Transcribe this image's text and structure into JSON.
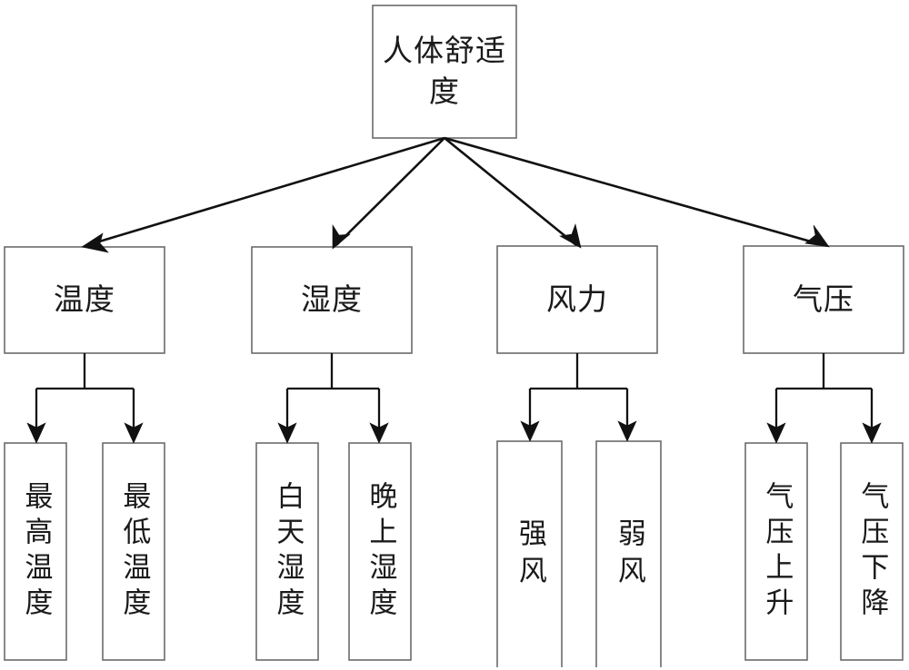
{
  "diagram": {
    "type": "hierarchy-tree",
    "orientation": "top-down",
    "title_node": "人体舒适度",
    "background_color": "#ffffff",
    "box_stroke_color": "#6b6b6b",
    "connector_color": "#111111",
    "text_color": "#1a1a1a",
    "root": {
      "id": "root",
      "label": "人体舒适度",
      "text_flow": "horizontal-wrapped"
    },
    "levels": [
      {
        "level": 1,
        "nodes": [
          {
            "id": "root",
            "label": "人体舒适度"
          }
        ]
      },
      {
        "level": 2,
        "nodes": [
          {
            "id": "temperature",
            "label": "温度",
            "text_flow": "horizontal"
          },
          {
            "id": "humidity",
            "label": "湿度",
            "text_flow": "horizontal"
          },
          {
            "id": "wind",
            "label": "风力",
            "text_flow": "horizontal"
          },
          {
            "id": "pressure",
            "label": "气压",
            "text_flow": "horizontal"
          }
        ]
      },
      {
        "level": 3,
        "nodes": [
          {
            "id": "temp-max",
            "label": "最高温度",
            "parent": "temperature",
            "text_flow": "vertical"
          },
          {
            "id": "temp-min",
            "label": "最低温度",
            "parent": "temperature",
            "text_flow": "vertical"
          },
          {
            "id": "humidity-day",
            "label": "白天湿度",
            "parent": "humidity",
            "text_flow": "vertical"
          },
          {
            "id": "humidity-night",
            "label": "晚上湿度",
            "parent": "humidity",
            "text_flow": "vertical"
          },
          {
            "id": "wind-strong",
            "label": "强风",
            "parent": "wind",
            "text_flow": "vertical"
          },
          {
            "id": "wind-weak",
            "label": "弱风",
            "parent": "wind",
            "text_flow": "vertical"
          },
          {
            "id": "pressure-rise",
            "label": "气压上升",
            "parent": "pressure",
            "text_flow": "vertical"
          },
          {
            "id": "pressure-fall",
            "label": "气压下降",
            "parent": "pressure",
            "text_flow": "vertical"
          }
        ]
      }
    ],
    "edges": [
      {
        "from": "root",
        "to": "temperature",
        "style": "radial-arrow"
      },
      {
        "from": "root",
        "to": "humidity",
        "style": "radial-arrow"
      },
      {
        "from": "root",
        "to": "wind",
        "style": "radial-arrow"
      },
      {
        "from": "root",
        "to": "pressure",
        "style": "radial-arrow"
      },
      {
        "from": "temperature",
        "to": "temp-max",
        "style": "bracket-arrow"
      },
      {
        "from": "temperature",
        "to": "temp-min",
        "style": "bracket-arrow"
      },
      {
        "from": "humidity",
        "to": "humidity-day",
        "style": "bracket-arrow"
      },
      {
        "from": "humidity",
        "to": "humidity-night",
        "style": "bracket-arrow"
      },
      {
        "from": "wind",
        "to": "wind-strong",
        "style": "bracket-arrow"
      },
      {
        "from": "wind",
        "to": "wind-weak",
        "style": "bracket-arrow"
      },
      {
        "from": "pressure",
        "to": "pressure-rise",
        "style": "bracket-arrow"
      },
      {
        "from": "pressure",
        "to": "pressure-fall",
        "style": "bracket-arrow"
      }
    ]
  }
}
